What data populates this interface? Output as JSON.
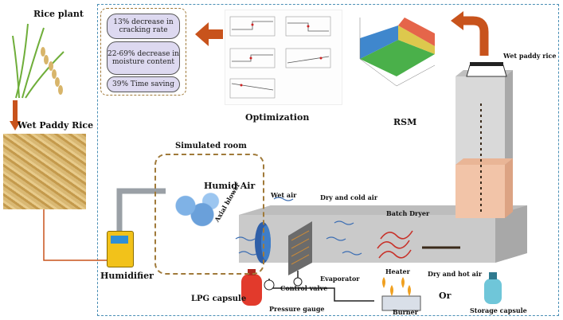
{
  "labels": {
    "rice_plant": "Rice plant",
    "wet_paddy_rice_left": "Wet Paddy Rice",
    "wet_paddy_rice_top": "Wet paddy rice",
    "simulated_room": "Simulated room",
    "humid_air": "Humid Air",
    "axial_blower": "Axial blower",
    "wet_air": "Wet air",
    "dry_cold_air": "Dry and cold air",
    "batch_dryer": "Batch Dryer",
    "humidifier": "Humidifier",
    "control_valve": "Control valve",
    "evaporator": "Evaporator",
    "heater": "Heater",
    "dry_hot_air": "Dry and hot air",
    "lpg_capsule": "LPG capsule",
    "pressure_gauge": "Pressure gauge",
    "burner": "Burner",
    "or": "Or",
    "storage_capsule": "Storage capsule",
    "optimization": "Optimization",
    "rsm": "RSM"
  },
  "results": [
    "13% decrease in cracking rate",
    "22-69% decrease in moisture content",
    "39% Time saving"
  ],
  "colors": {
    "arrow_orange": "#c8531c",
    "frame_blue": "#4a8fb5",
    "dryer_gray": "#b9b9b9",
    "tower_pink": "#f2c4a8",
    "result_box": "#ddd9f0"
  }
}
